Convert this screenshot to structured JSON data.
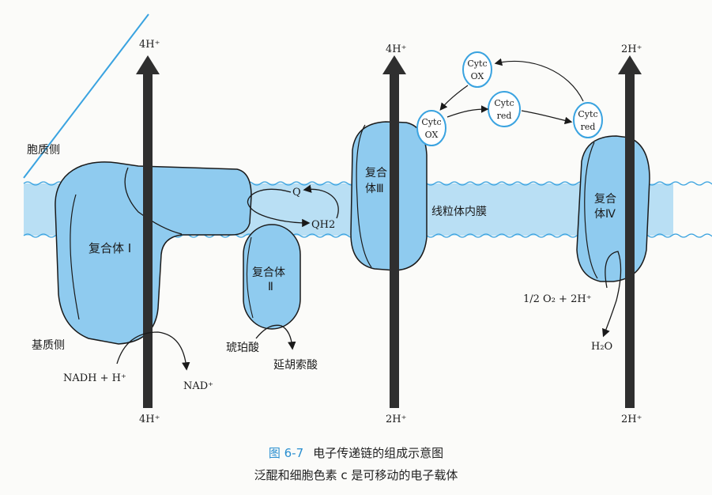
{
  "colors": {
    "membrane": "#b9dff4",
    "complex_fill": "#8fcbef",
    "cyt_ring": "#3aa3e0",
    "arrow": "#2f2f2f",
    "caption_label": "#2a8fd0"
  },
  "labels": {
    "cytoplasm_side": "胞质侧",
    "matrix_side": "基质侧",
    "inner_membrane": "线粒体内膜",
    "complex1": "复合体 I",
    "complex2_line1": "复合体",
    "complex2_line2": "Ⅱ",
    "complex3_line1": "复合",
    "complex3_line2": "体Ⅲ",
    "complex4_line1": "复合",
    "complex4_line2": "体Ⅳ",
    "q": "Q",
    "qh2": "QH2",
    "nadh": "NADH + H⁺",
    "nad": "NAD⁺",
    "succinate": "琥珀酸",
    "fumarate": "延胡索酸",
    "oxygen": "1/2 O₂ + 2H⁺",
    "water": "H₂O",
    "proton_top_1": "4H⁺",
    "proton_bottom_1": "4H⁺",
    "proton_top_3": "4H⁺",
    "proton_bottom_3": "2H⁺",
    "proton_top_4": "2H⁺",
    "proton_bottom_4": "2H⁺",
    "cytc_ox_top_1": "Cytc",
    "cytc_ox_top_2": "OX",
    "cytc_ox_left_1": "Cytc",
    "cytc_ox_left_2": "OX",
    "cytc_red_mid_1": "Cytc",
    "cytc_red_mid_2": "red",
    "cytc_red_right_1": "Cytc",
    "cytc_red_right_2": "red"
  },
  "caption": {
    "figure_label": "图 6-7",
    "title": "电子传递链的组成示意图",
    "subtitle": "泛醌和细胞色素 c 是可移动的电子载体"
  }
}
